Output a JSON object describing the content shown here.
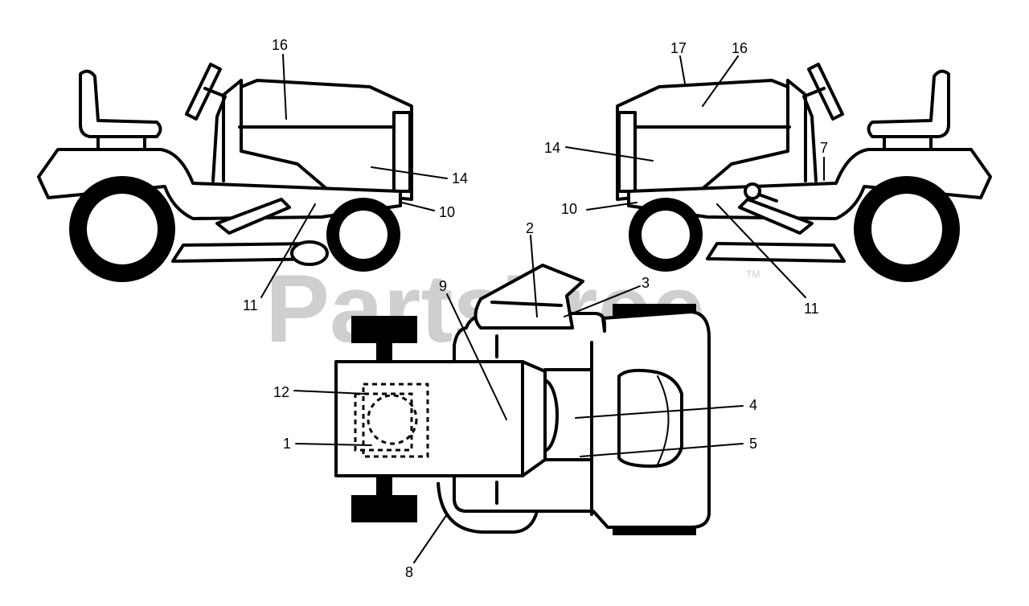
{
  "watermark": {
    "text": "PartsTree",
    "trademark": "TM"
  },
  "callouts": [
    "16",
    "14",
    "10",
    "11",
    "17",
    "16",
    "14",
    "7",
    "10",
    "11",
    "2",
    "3",
    "9",
    "12",
    "1",
    "4",
    "5",
    "8"
  ]
}
